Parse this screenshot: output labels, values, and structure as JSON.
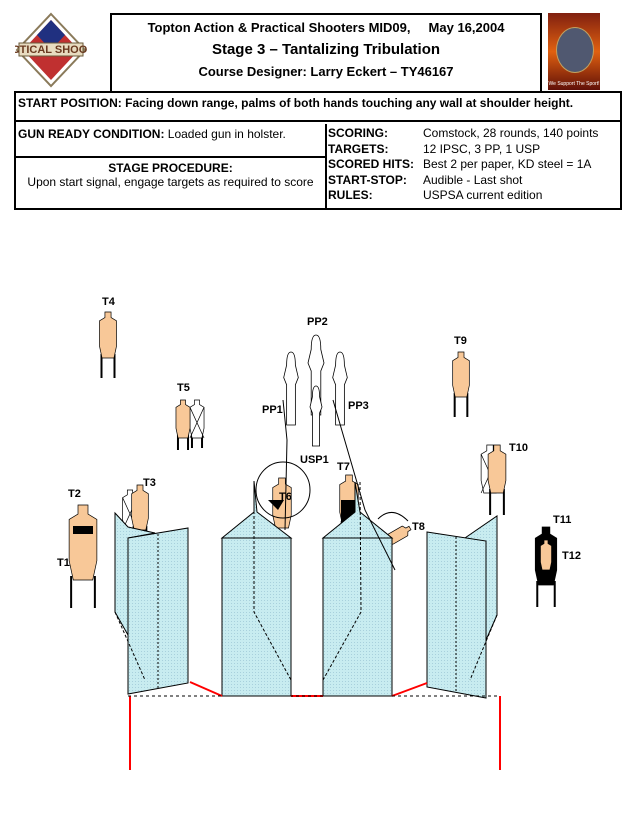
{
  "header": {
    "line1": "Topton Action & Practical Shooters MID09,     May 16,2004",
    "line2": "Stage 3 – Tantalizing Tribulation",
    "line3": "Course Designer: Larry Eckert – TY46167"
  },
  "logos": {
    "left": "United States Practical Shooting Association",
    "right": "We Support The Sport!"
  },
  "info": {
    "start_position_label": "START POSITION:",
    "start_position": " Facing down range, palms of both hands touching any wall at shoulder height.",
    "gun_ready_label": "GUN READY CONDITION:",
    "gun_ready": " Loaded gun in holster.",
    "procedure_label": "STAGE PROCEDURE:",
    "procedure": "Upon start signal, engage targets as required to score",
    "specs": [
      {
        "k": "SCORING:",
        "v": "Comstock, 28 rounds, 140 points"
      },
      {
        "k": "TARGETS:",
        "v": "12 IPSC, 3 PP, 1 USP"
      },
      {
        "k": "SCORED HITS:",
        "v": "Best 2 per paper, KD steel = 1A"
      },
      {
        "k": "START-STOP:",
        "v": "Audible - Last shot"
      },
      {
        "k": "RULES:",
        "v": "USPSA current edition"
      }
    ]
  },
  "diagram": {
    "labels": {
      "T1": "T1",
      "T2": "T2",
      "T3": "T3",
      "T4": "T4",
      "T5": "T5",
      "T6": "T6",
      "T7": "T7",
      "T8": "T8",
      "T9": "T9",
      "T10": "T10",
      "T11": "T11",
      "T12": "T12",
      "PP1": "PP1",
      "PP2": "PP2",
      "PP3": "PP3",
      "USP1": "USP1"
    },
    "colors": {
      "target": "#f8c898",
      "wall": "#c8ecf0",
      "fault": "#ff0000"
    }
  }
}
